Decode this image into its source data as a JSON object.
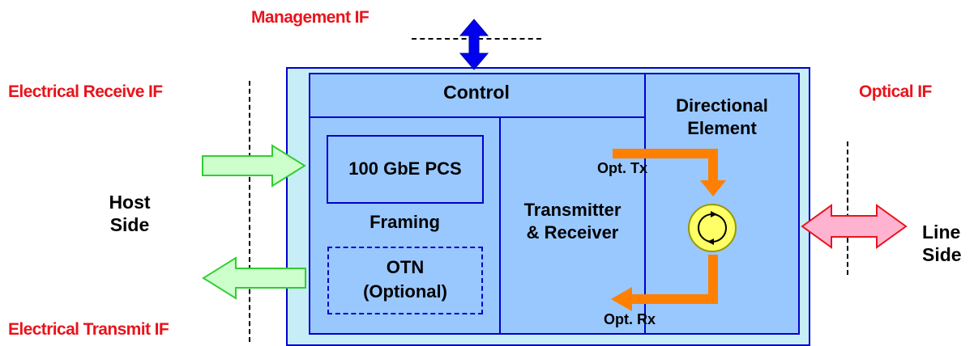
{
  "labels": {
    "management_if": "Management IF",
    "electrical_receive_if": "Electrical Receive IF",
    "electrical_transmit_if": "Electrical Transmit IF",
    "optical_if": "Optical IF",
    "host_side": "Host\nSide",
    "line_side": "Line\nSide"
  },
  "blocks": {
    "control": "Control",
    "directional_element": "Directional\nElement",
    "pcs": "100 GbE PCS",
    "framing": "Framing",
    "otn": "OTN\n(Optional)",
    "transceiver": "Transmitter\n& Receiver",
    "opt_tx": "Opt. Tx",
    "opt_rx": "Opt. Rx"
  },
  "colors": {
    "label_red": "#e8141c",
    "outer_module": "#c7eef7",
    "inner_block": "#99c8ff",
    "block_border": "#0000cc",
    "mgmt_arrow": "#0000ee",
    "host_arrows": "#ccffcc",
    "line_arrow": "#ffb3d1",
    "optical_path": "#ff8000",
    "circulator": "#ffff66"
  },
  "icons": {
    "management": "double-arrow-vertical-icon",
    "receive": "right-arrow-icon",
    "transmit": "left-arrow-icon",
    "line": "double-arrow-horizontal-icon",
    "circulator": "circulator-icon"
  }
}
